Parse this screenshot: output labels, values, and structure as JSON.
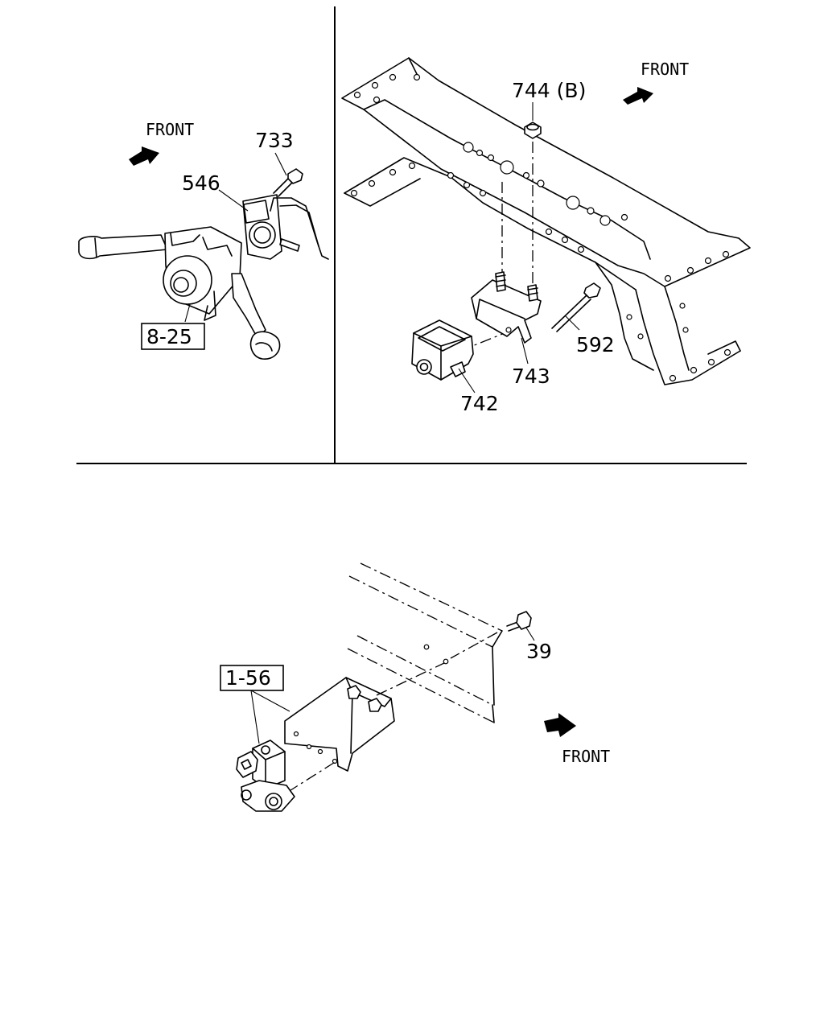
{
  "front_labels": [
    "FRONT",
    "FRONT",
    "FRONT"
  ],
  "callouts": {
    "left": [
      "733",
      "546",
      "8-25"
    ],
    "right": [
      "744 (B)",
      "592",
      "743",
      "742"
    ],
    "bottom": [
      "39",
      "1-56"
    ]
  }
}
